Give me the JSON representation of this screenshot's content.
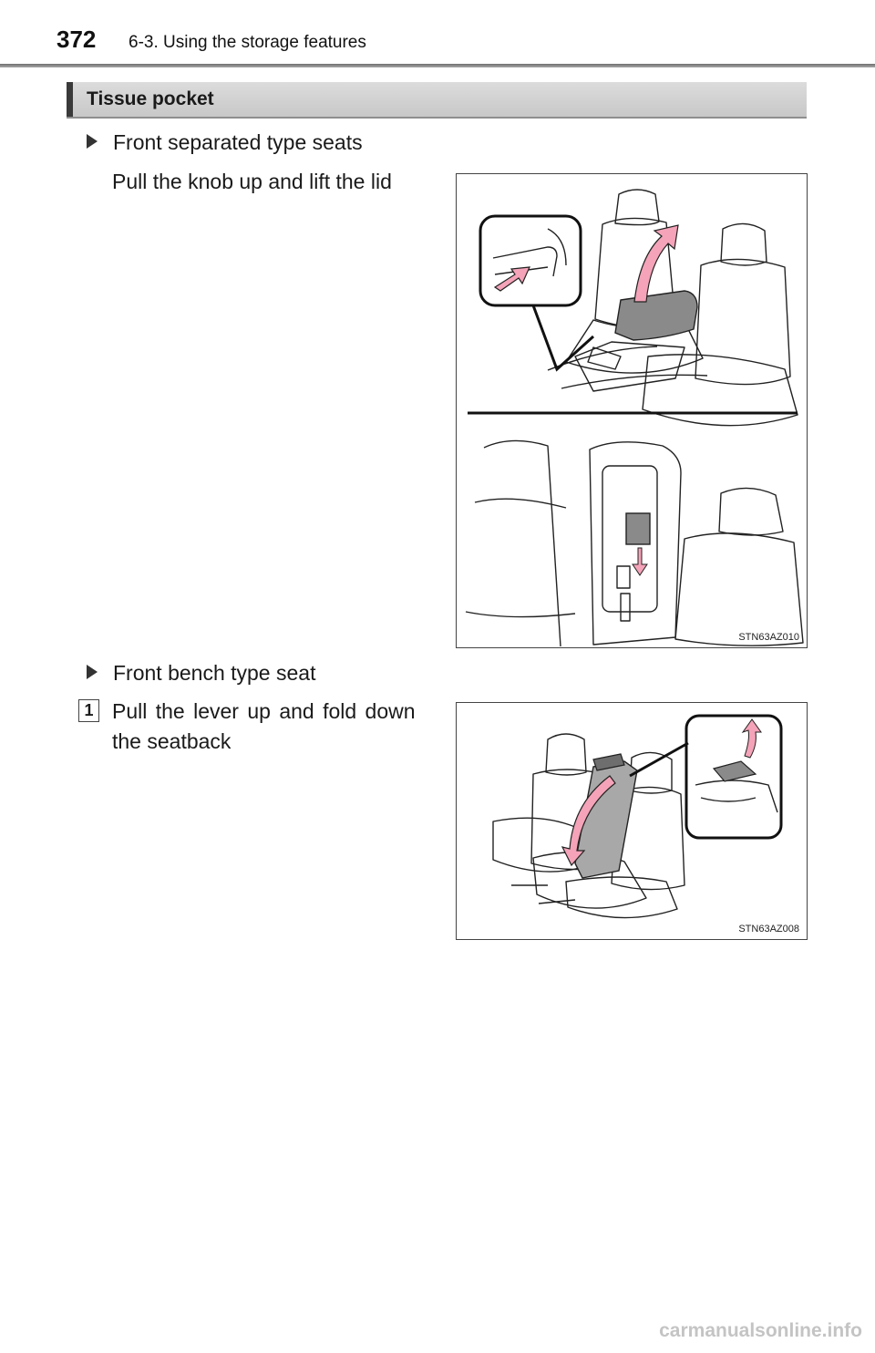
{
  "header": {
    "page_number": "372",
    "chapter_title": "6-3. Using the storage features"
  },
  "section": {
    "title": "Tissue pocket"
  },
  "items": [
    {
      "bullet": "Front separated type seats",
      "text": "Pull the knob up and lift the lid"
    },
    {
      "bullet": "Front bench type seat",
      "step_number": "1",
      "text_line1": "Pull the lever up and fold down",
      "text_line2": "the seatback"
    }
  ],
  "figures": [
    {
      "code": "STN63AZ010"
    },
    {
      "code": "STN63AZ008"
    }
  ],
  "footer": {
    "watermark": "carmanualsonline.info"
  },
  "colors": {
    "pink_arrow": "#f4a3b8",
    "lid_gray": "#8a8a8a",
    "line": "#222222"
  }
}
